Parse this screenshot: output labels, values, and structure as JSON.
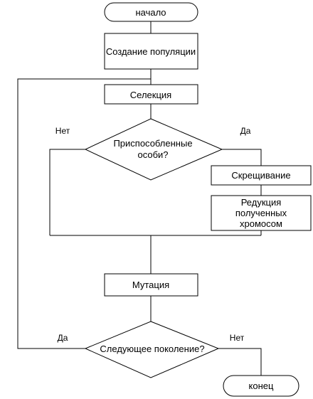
{
  "flowchart": {
    "start": "начало",
    "create_population": "Создание популяции",
    "selection": "Селекция",
    "decision_fit": {
      "line1": "Приспособленные",
      "line2": "особи?"
    },
    "crossover": "Скрещивание",
    "reduction": {
      "line1": "Редукция",
      "line2": "полученных",
      "line3": "хромосом"
    },
    "mutation": "Мутация",
    "decision_next": "Следующее поколение?",
    "end": "конец",
    "labels": {
      "fit_no": "Нет",
      "fit_yes": "Да",
      "next_yes": "Да",
      "next_no": "Нет"
    }
  }
}
